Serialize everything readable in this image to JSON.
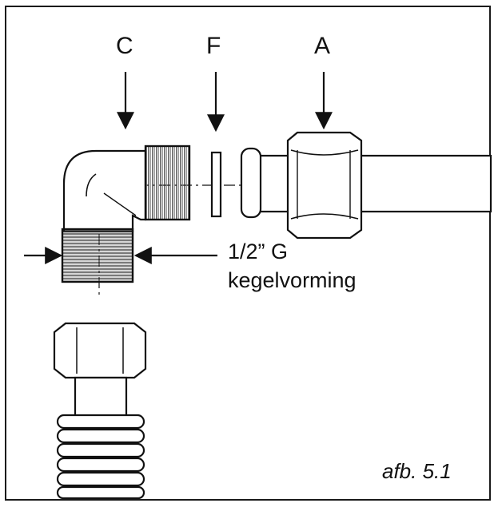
{
  "labels": {
    "c": "C",
    "f": "F",
    "a": "A",
    "thread_size": "1/2” G",
    "thread_type": "kegelvorming",
    "figure": "afb. 5.1"
  },
  "colors": {
    "ink": "#111111",
    "paper": "#ffffff"
  }
}
